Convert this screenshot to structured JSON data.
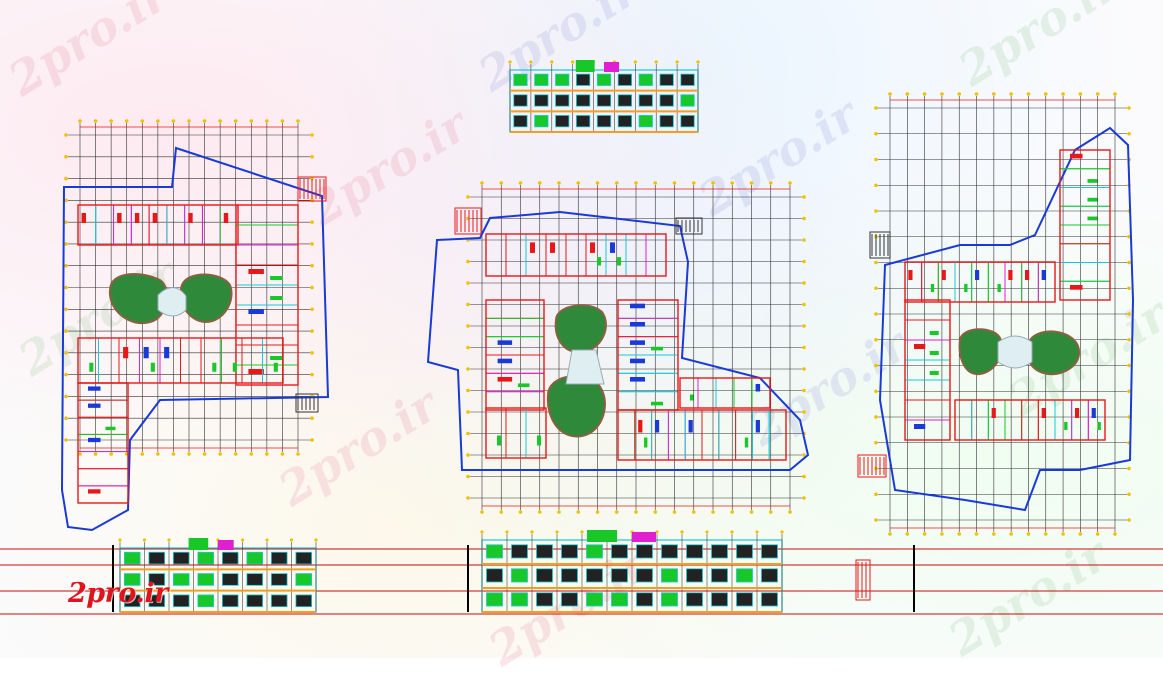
{
  "watermark": {
    "text": "2pro.ir"
  },
  "logo": {
    "text": "2pro.ir"
  },
  "colors": {
    "boundary": "#1a3ad8",
    "grid": "#222222",
    "axis_yellow": "#f0c000",
    "room_red": "#e81818",
    "room_cyan": "#19c8d8",
    "room_green": "#18c828",
    "room_magenta": "#e020d0",
    "dark_green": "#1e7a2a",
    "orange": "#f0a020",
    "section_line": "#c01010",
    "logo_red": "#e0141c"
  },
  "drawing": {
    "panels": [
      "plan-left",
      "plan-center",
      "plan-right",
      "elevation-top",
      "elevation-bottom-left",
      "elevation-bottom-right"
    ]
  }
}
